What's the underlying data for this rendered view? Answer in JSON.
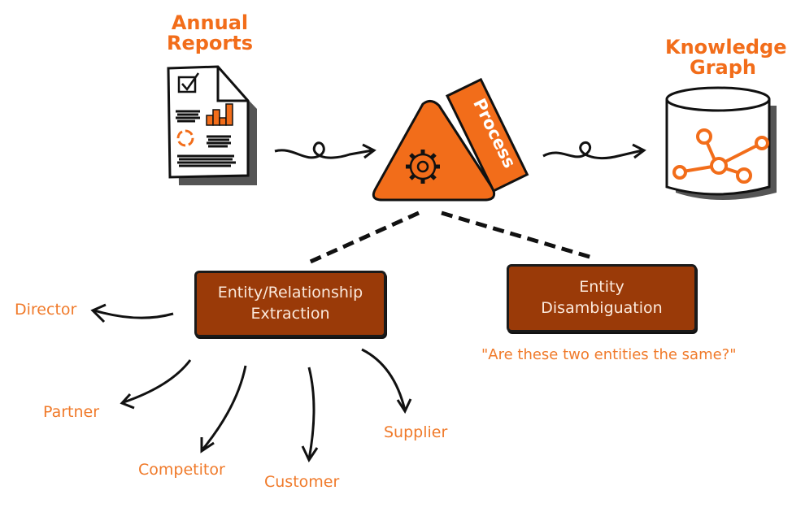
{
  "nodes": {
    "annual_reports": {
      "line1": "Annual",
      "line2": "Reports"
    },
    "process": {
      "label": "Process"
    },
    "knowledge_graph": {
      "line1": "Knowledge",
      "line2": "Graph"
    },
    "entity_extraction": {
      "line1": "Entity/Relationship",
      "line2": "Extraction"
    },
    "entity_disambiguation": {
      "line1": "Entity",
      "line2": "Disambiguation"
    }
  },
  "disambiguation_question": "\"Are these two entities the same?\"",
  "relationship_types": [
    {
      "label": "Director"
    },
    {
      "label": "Partner"
    },
    {
      "label": "Competitor"
    },
    {
      "label": "Customer"
    },
    {
      "label": "Supplier"
    }
  ],
  "colors": {
    "accent_orange": "#f26d1a",
    "box_brown": "#9a3a08",
    "ink": "#1a1a1a"
  }
}
